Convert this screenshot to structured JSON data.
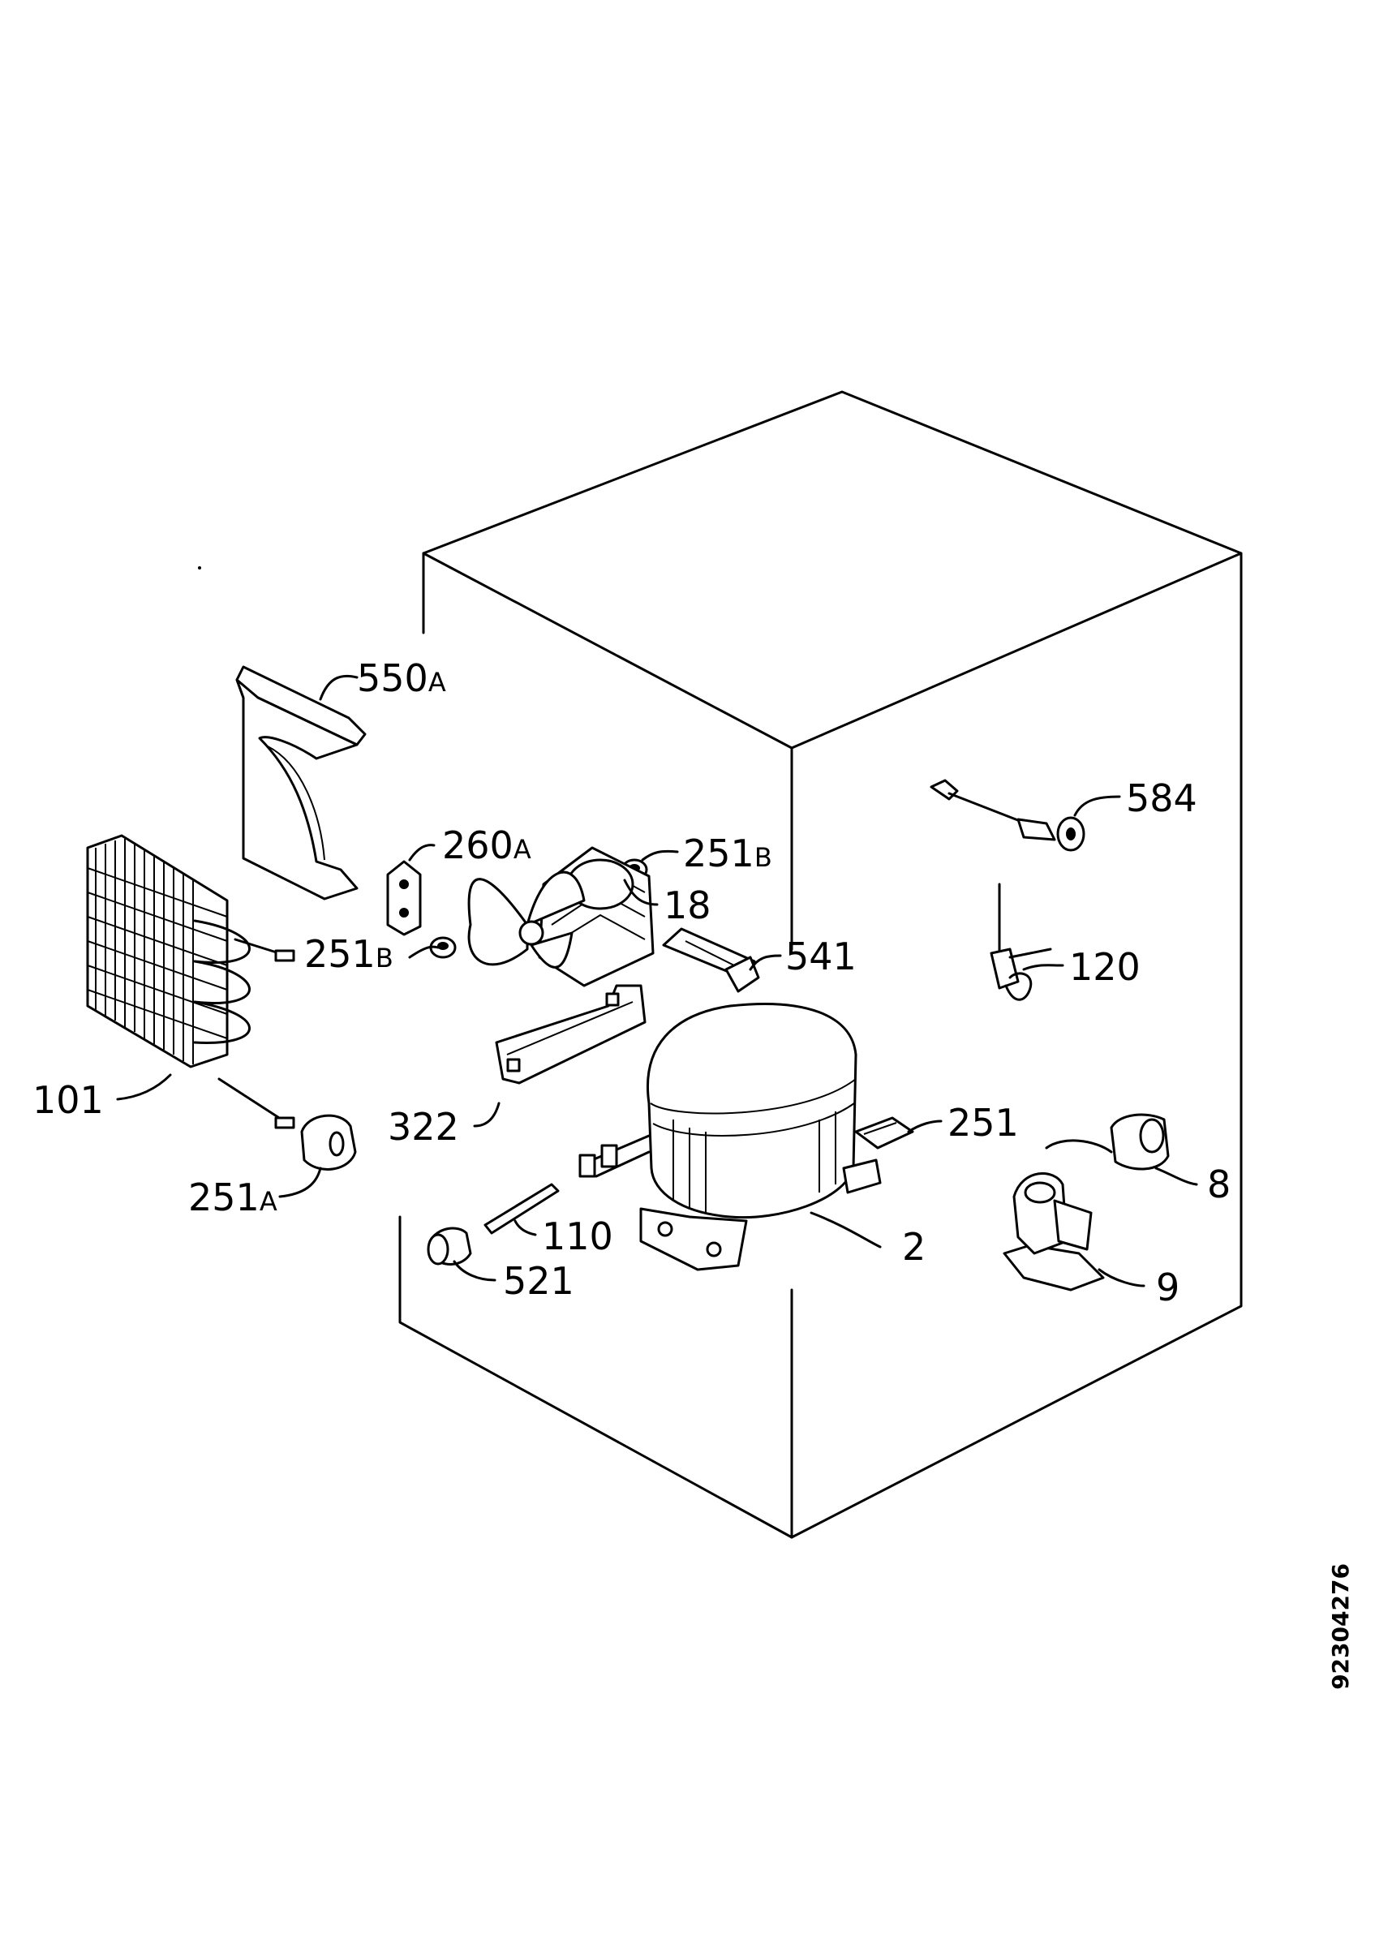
{
  "diagram": {
    "document_number": "92304276",
    "callouts": [
      {
        "id": "550",
        "suffix": "A"
      },
      {
        "id": "260",
        "suffix": "A"
      },
      {
        "id": "251",
        "suffix": "B"
      },
      {
        "id": "18",
        "suffix": ""
      },
      {
        "id": "251",
        "suffix": "B"
      },
      {
        "id": "541",
        "suffix": ""
      },
      {
        "id": "584",
        "suffix": ""
      },
      {
        "id": "120",
        "suffix": ""
      },
      {
        "id": "101",
        "suffix": ""
      },
      {
        "id": "322",
        "suffix": ""
      },
      {
        "id": "251",
        "suffix": ""
      },
      {
        "id": "251",
        "suffix": "A"
      },
      {
        "id": "8",
        "suffix": ""
      },
      {
        "id": "110",
        "suffix": ""
      },
      {
        "id": "2",
        "suffix": ""
      },
      {
        "id": "521",
        "suffix": ""
      },
      {
        "id": "9",
        "suffix": ""
      }
    ]
  }
}
